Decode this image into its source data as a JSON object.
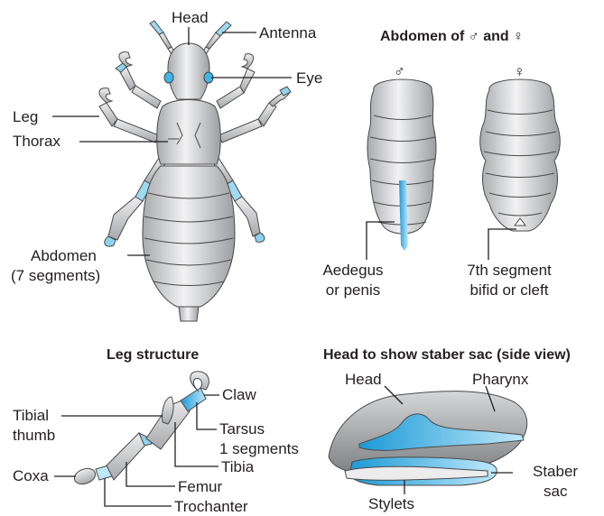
{
  "louse_labels": {
    "head": "Head",
    "antenna": "Antenna",
    "eye": "Eye",
    "leg": "Leg",
    "thorax": "Thorax",
    "abdomen_line1": "Abdomen",
    "abdomen_line2": "(7 segments)"
  },
  "abdomen_section": {
    "title": "Abdomen of ♂ and ♀",
    "male_symbol": "♂",
    "female_symbol": "♀",
    "male_label_line1": "Aedegus",
    "male_label_line2": "or penis",
    "female_label_line1": "7th segment",
    "female_label_line2": "bifid or cleft"
  },
  "leg_section": {
    "title": "Leg structure",
    "claw": "Claw",
    "tibial_thumb_line1": "Tibial",
    "tibial_thumb_line2": "thumb",
    "tarsus_line1": "Tarsus",
    "tarsus_line2": "1 segments",
    "tibia": "Tibia",
    "coxa": "Coxa",
    "femur": "Femur",
    "trochanter": "Trochanter"
  },
  "head_section": {
    "title": "Head to show staber sac (side view)",
    "head": "Head",
    "pharynx": "Pharynx",
    "staber_line1": "Staber",
    "staber_line2": "sac",
    "stylets": "Stylets"
  },
  "colors": {
    "accent_blue": "#3fb5e8",
    "body_gray": "#d9dadb",
    "outline": "#4a4a4a"
  }
}
